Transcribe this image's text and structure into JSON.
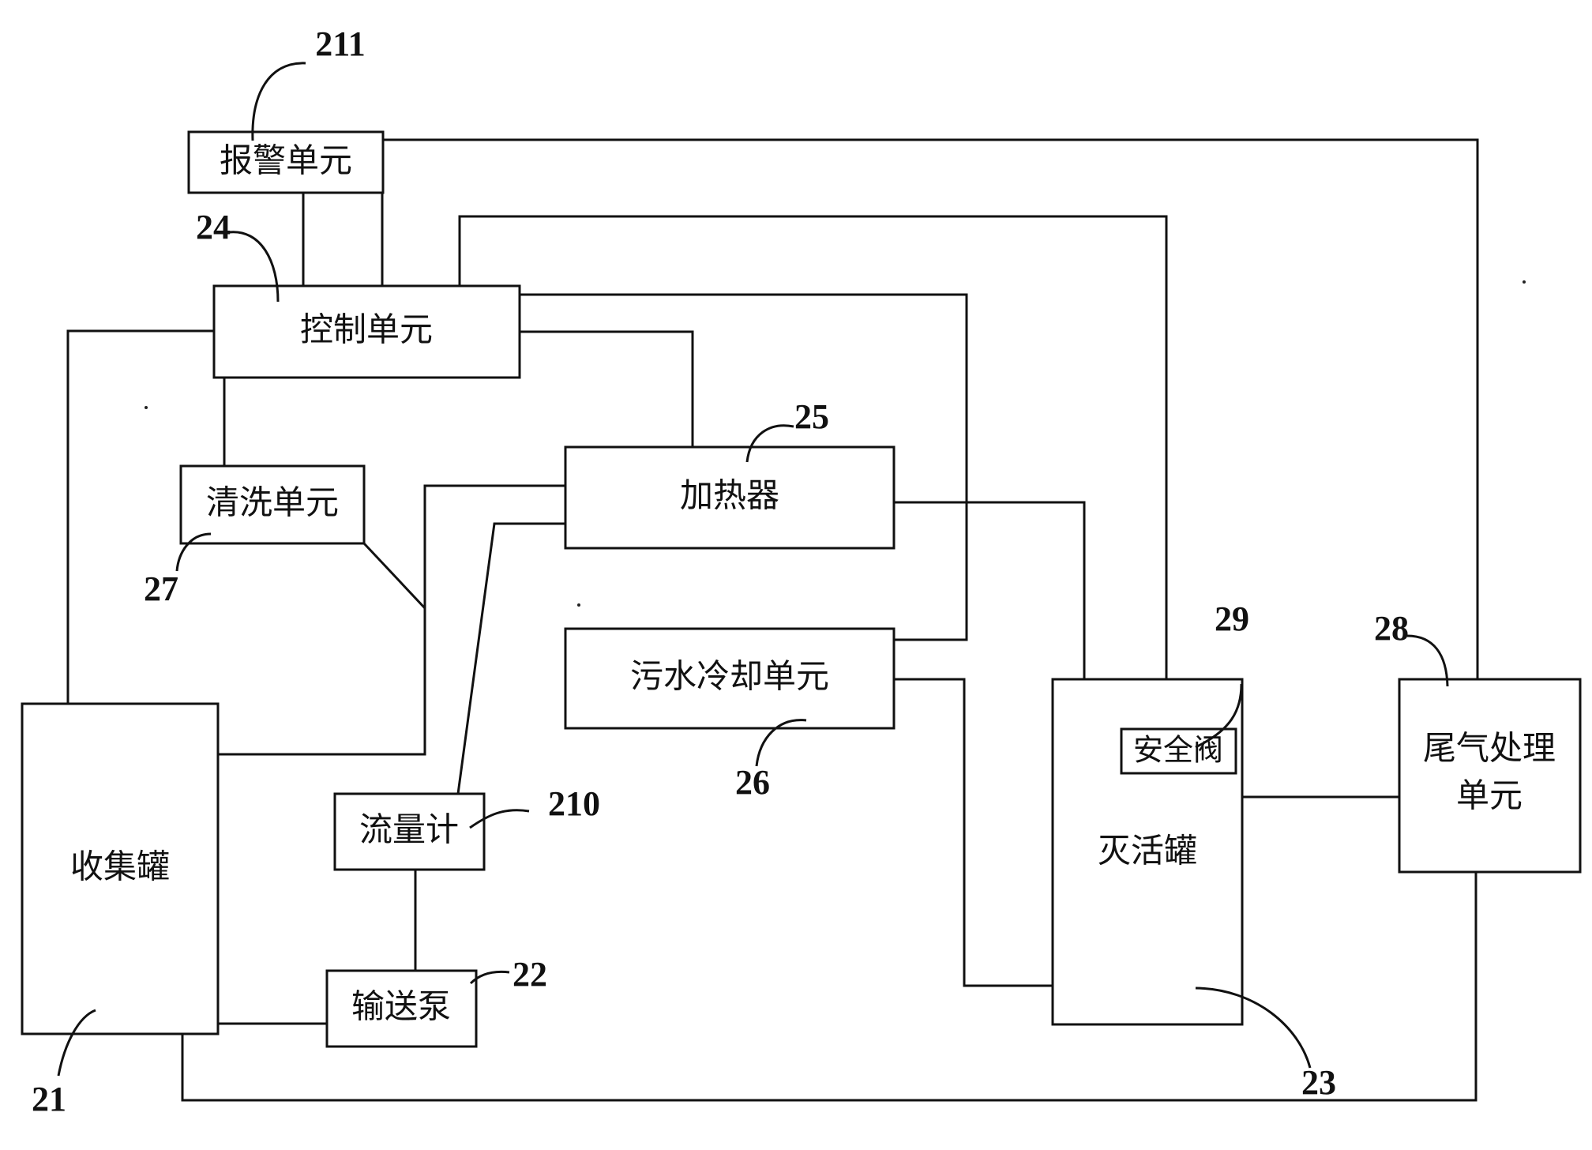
{
  "boxes": {
    "alarm": "报警单元",
    "control": "控制单元",
    "cleaning": "清洗单元",
    "heater": "加热器",
    "cooling": "污水冷却单元",
    "safety_valve": "安全阀",
    "inactivation_tank": "灭活罐",
    "exhaust_line1": "尾气处理",
    "exhaust_line2": "单元",
    "collection_tank": "收集罐",
    "flowmeter": "流量计",
    "pump": "输送泵"
  },
  "refs": {
    "alarm": "211",
    "control": "24",
    "heater": "25",
    "cleaning": "27",
    "cooling": "26",
    "safety_valve": "29",
    "exhaust": "28",
    "flowmeter": "210",
    "pump": "22",
    "collection_tank": "21",
    "inactivation_tank": "23"
  }
}
